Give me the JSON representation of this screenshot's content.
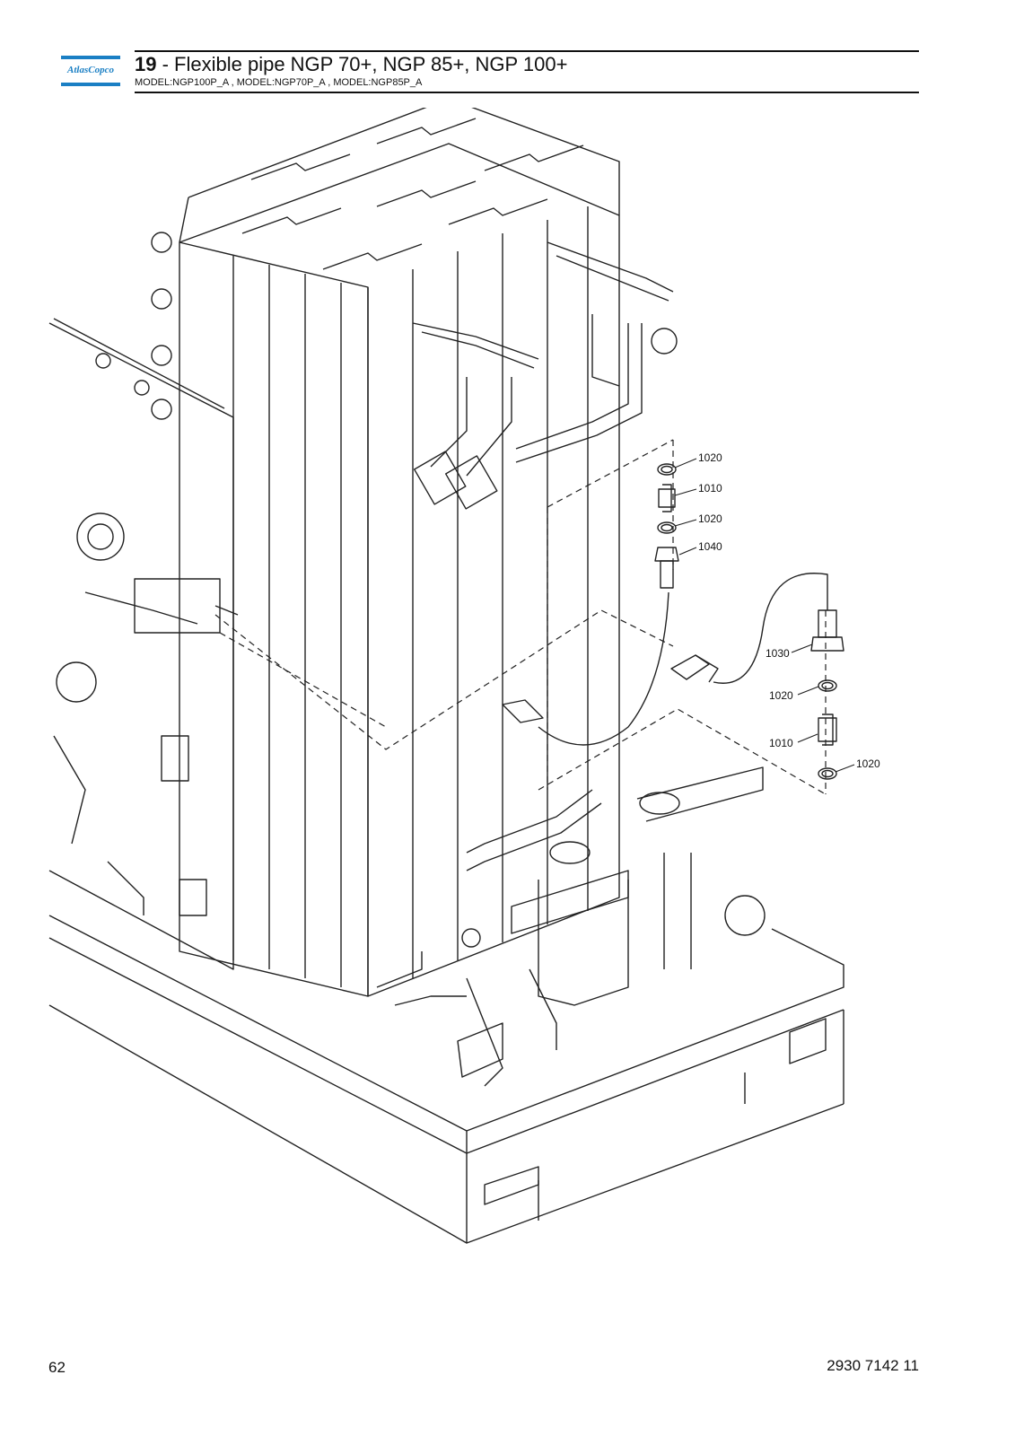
{
  "header": {
    "brand": "AtlasCopco",
    "brand_color": "#1a7fc4",
    "section_number": "19",
    "section_title": " - Flexible pipe NGP 70+, NGP 85+, NGP 100+",
    "models": "MODEL:NGP100P_A , MODEL:NGP70P_A , MODEL:NGP85P_A"
  },
  "callouts": {
    "c1": "1020",
    "c2": "1010",
    "c3": "1020",
    "c4": "1040",
    "c5": "1030",
    "c6": "1020",
    "c7": "1010",
    "c8": "1020"
  },
  "footer": {
    "page_number": "62",
    "doc_number": "2930 7142 11"
  }
}
